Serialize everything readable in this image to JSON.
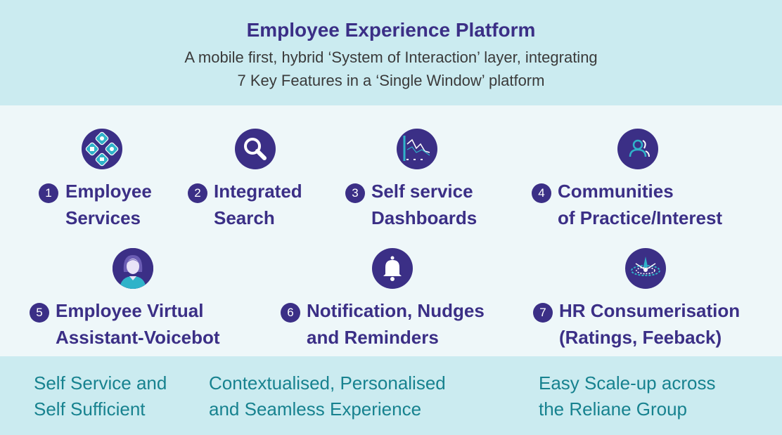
{
  "header": {
    "title": "Employee Experience Platform",
    "subtitle_line1": "A mobile first, hybrid ‘System of Interaction’ layer, integrating",
    "subtitle_line2": "7 Key Features in a ‘Single Window’ platform"
  },
  "features": [
    {
      "number": "1",
      "line1": "Employee",
      "line2": "Services",
      "icon": "services-grid-icon"
    },
    {
      "number": "2",
      "line1": "Integrated",
      "line2": "Search",
      "icon": "search-icon"
    },
    {
      "number": "3",
      "line1": "Self service",
      "line2": "Dashboards",
      "icon": "dashboard-chart-icon"
    },
    {
      "number": "4",
      "line1": "Communities",
      "line2": "of Practice/Interest",
      "icon": "community-icon"
    },
    {
      "number": "5",
      "line1": "Employee Virtual",
      "line2": "Assistant-Voicebot",
      "icon": "assistant-avatar-icon"
    },
    {
      "number": "6",
      "line1": "Notification, Nudges",
      "line2": "and Reminders",
      "icon": "bell-icon"
    },
    {
      "number": "7",
      "line1": "HR Consumerisation",
      "line2": "(Ratings, Feeback)",
      "icon": "rating-burst-icon"
    }
  ],
  "footer": [
    {
      "line1": "Self Service and",
      "line2": "Self Sufficient"
    },
    {
      "line1": "Contextualised, Personalised",
      "line2": "and Seamless Experience"
    },
    {
      "line1": "Easy Scale-up across",
      "line2": "the Reliane Group"
    }
  ],
  "colors": {
    "accent": "#3b2f86",
    "teal_text": "#17828f",
    "band_bg": "#cbebf0",
    "middle_bg": "#eef7f9"
  }
}
